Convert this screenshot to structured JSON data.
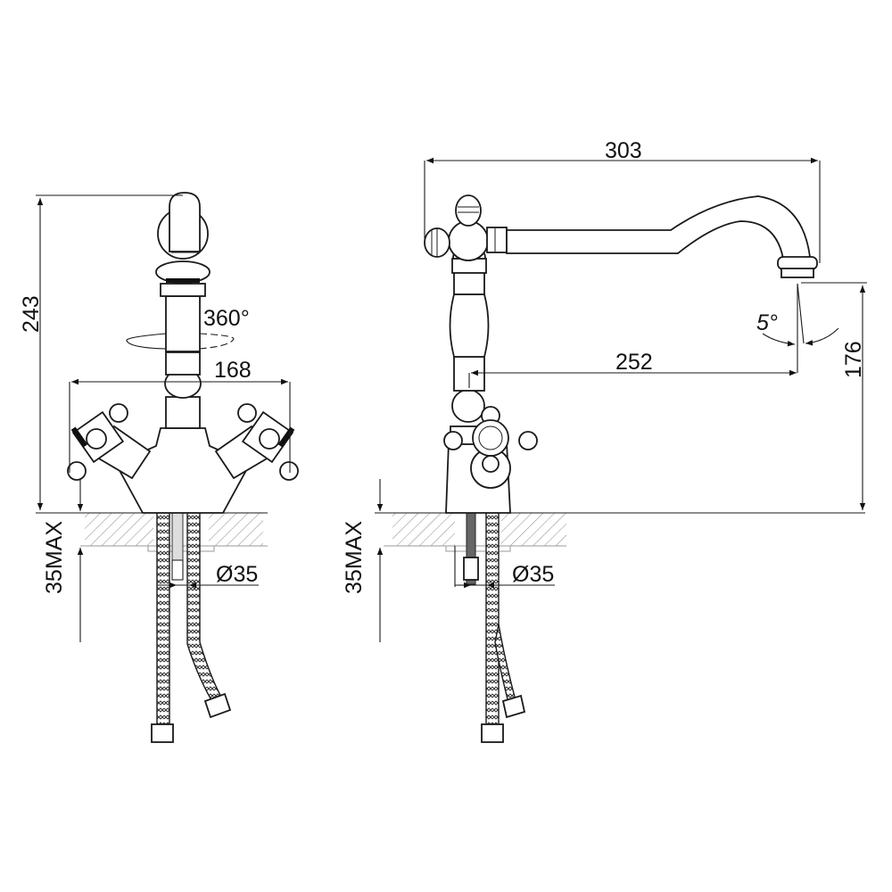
{
  "drawing": {
    "subject": "monobloc faucet dimension drawing",
    "views": [
      "front view",
      "side view"
    ],
    "line_color": "#1a1a1a",
    "hatch_color": "#8a8a8a"
  },
  "front_view": {
    "height_label": "243",
    "handle_span_label": "168",
    "rotation_label": "360°",
    "mount_thickness_label": "35MAX",
    "hole_diameter_label": "Ø35"
  },
  "side_view": {
    "reach_total_label": "303",
    "reach_spout_label": "252",
    "spout_height_label": "176",
    "tilt_angle_label": "5°",
    "mount_thickness_label": "35MAX",
    "hole_diameter_label": "Ø35"
  }
}
